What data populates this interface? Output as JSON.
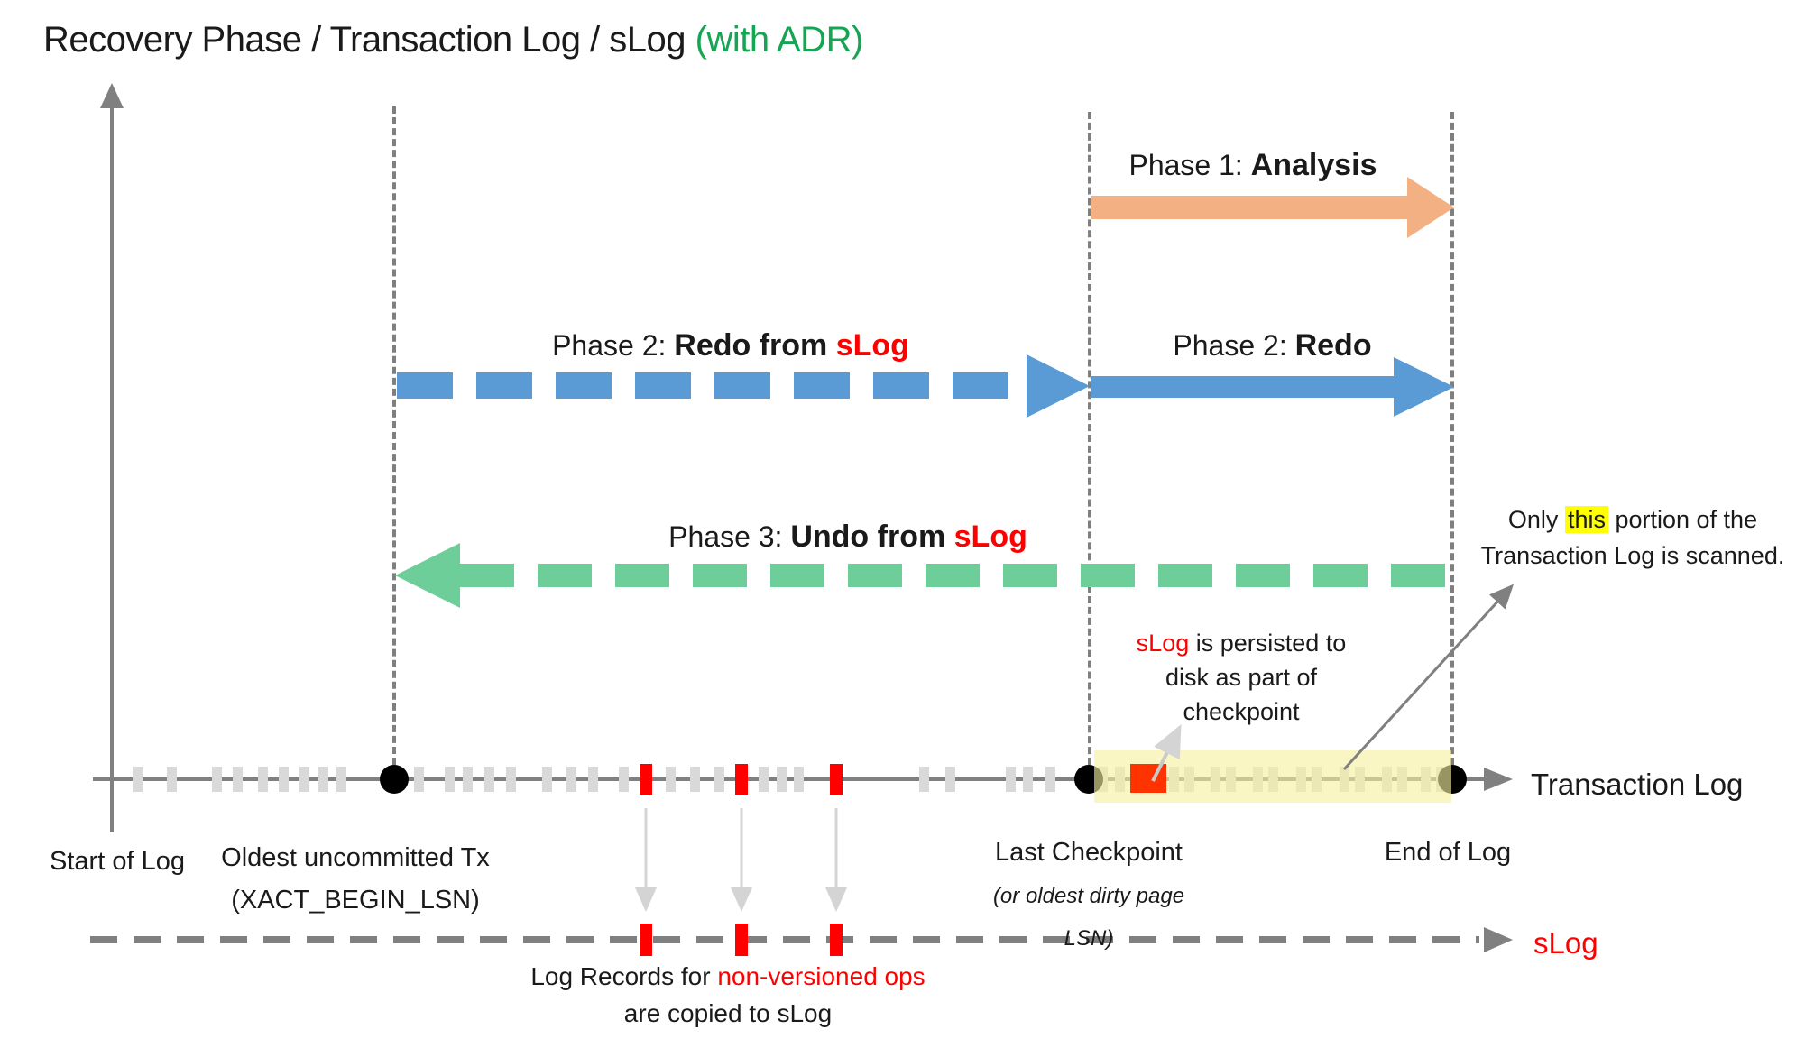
{
  "title": {
    "text": "Recovery Phase / Transaction Log / sLog ",
    "accent": "(with ADR)"
  },
  "colors": {
    "accent_green": "#16A552",
    "orange_arrow": "#F3B183",
    "blue_arrow": "#5B9BD5",
    "green_arrow": "#6ECE9A",
    "red_text": "#FF0000",
    "red_square": "#FF3300",
    "line_gray": "#808080",
    "tick_gray": "#D9D9D9",
    "highlight_yellow": "#FFFF00",
    "scanned_region_yellow": "rgba(246,240,160,0.62)"
  },
  "phase1": {
    "prefix": "Phase 1: ",
    "bold": "Analysis"
  },
  "phase2_slog": {
    "prefix": "Phase 2: ",
    "bold": "Redo from ",
    "red": "sLog"
  },
  "phase2": {
    "prefix": "Phase 2: ",
    "bold": "Redo"
  },
  "phase3": {
    "prefix": "Phase 3: ",
    "bold": "Undo from ",
    "red": "sLog"
  },
  "scan_note": {
    "pre": "Only ",
    "highlight": "this",
    "post": " portion of the",
    "line2": "Transaction Log is scanned."
  },
  "persist_note": {
    "red": "sLog",
    "rest": " is persisted to",
    "line2": "disk as part of",
    "line3": "checkpoint"
  },
  "copy_note": {
    "black": "Log Records for ",
    "red": "non-versioned ops",
    "line2": "are copied to sLog"
  },
  "log_axis": {
    "start": "Start of Log",
    "oldest_line1": "Oldest uncommitted Tx",
    "oldest_line2": "(XACT_BEGIN_LSN)",
    "checkpoint": "Last Checkpoint",
    "checkpoint_sub1": "(or oldest dirty page",
    "checkpoint_sub2": "LSN)",
    "end": "End of Log",
    "label": "Transaction Log"
  },
  "slog_axis": {
    "label": "sLog"
  },
  "ticks": {
    "gray": [
      152,
      190,
      240,
      263,
      291,
      314,
      337,
      358,
      378,
      464,
      498,
      518,
      542,
      566,
      606,
      633,
      657,
      691,
      743,
      770,
      797,
      846,
      866,
      885,
      1024,
      1053,
      1120,
      1139,
      1164
    ],
    "scanned_zone_gray": [
      1222,
      1241,
      1301,
      1318,
      1347,
      1364,
      1394,
      1411,
      1442,
      1459,
      1490,
      1507,
      1537,
      1554,
      1580,
      1597
    ],
    "red": [
      716,
      822,
      927
    ]
  },
  "markers": {
    "black_dots": [
      437,
      1207,
      1610
    ]
  }
}
